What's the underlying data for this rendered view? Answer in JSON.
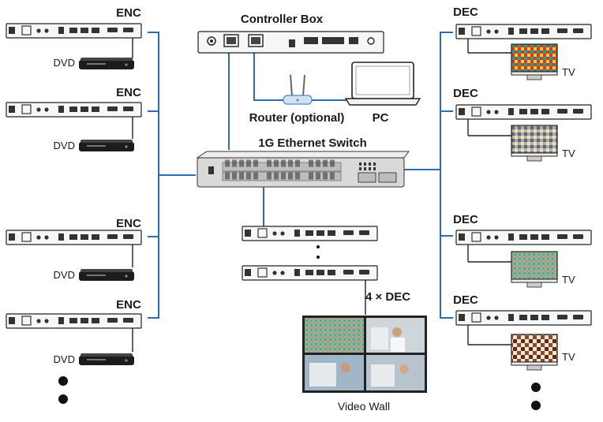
{
  "labels": {
    "enc": "ENC",
    "dec": "DEC",
    "dvd": "DVD",
    "tv": "TV",
    "controller_box": "Controller Box",
    "router": "Router (optional)",
    "pc": "PC",
    "switch": "1G Ethernet Switch",
    "four_dec": "4 × DEC",
    "video_wall": "Video Wall"
  },
  "colors": {
    "link_line": "#2f6db3",
    "device_fill": "#f4f4f4",
    "device_stroke": "#222222",
    "switch_fill": "#d9d9d9",
    "router_fill": "#cfe3f3"
  }
}
